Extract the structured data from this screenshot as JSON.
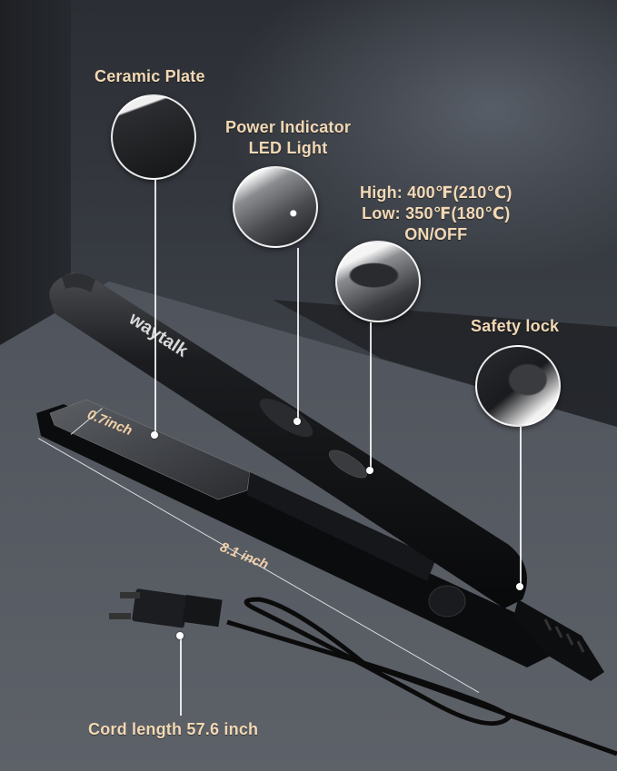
{
  "product": {
    "brand_logo": "waytalk",
    "type": "hair straightener"
  },
  "callouts": {
    "ceramic_plate": {
      "label": "Ceramic Plate",
      "icon": "ceramic-plate-closeup"
    },
    "power_indicator": {
      "label_line1": "Power Indicator",
      "label_line2": "LED Light",
      "icon": "led-light-closeup"
    },
    "temperature_switch": {
      "high": "High: 400℉(210℃)",
      "low": "Low: 350℉(180℃)",
      "onoff": "ON/OFF",
      "icon": "slider-switch-closeup"
    },
    "safety_lock": {
      "label": "Safety lock",
      "icon": "lock-knob-closeup"
    },
    "cord": {
      "label": "Cord length 57.6 inch",
      "icon": "us-plug"
    }
  },
  "dimensions": {
    "plate_width": "0.7inch",
    "plate_length": "8.1 inch"
  },
  "colors": {
    "label_text": "#f2d8b4",
    "background_dark": "#2a2d33",
    "background_light": "#5b5f67",
    "device_black": "#111214"
  }
}
